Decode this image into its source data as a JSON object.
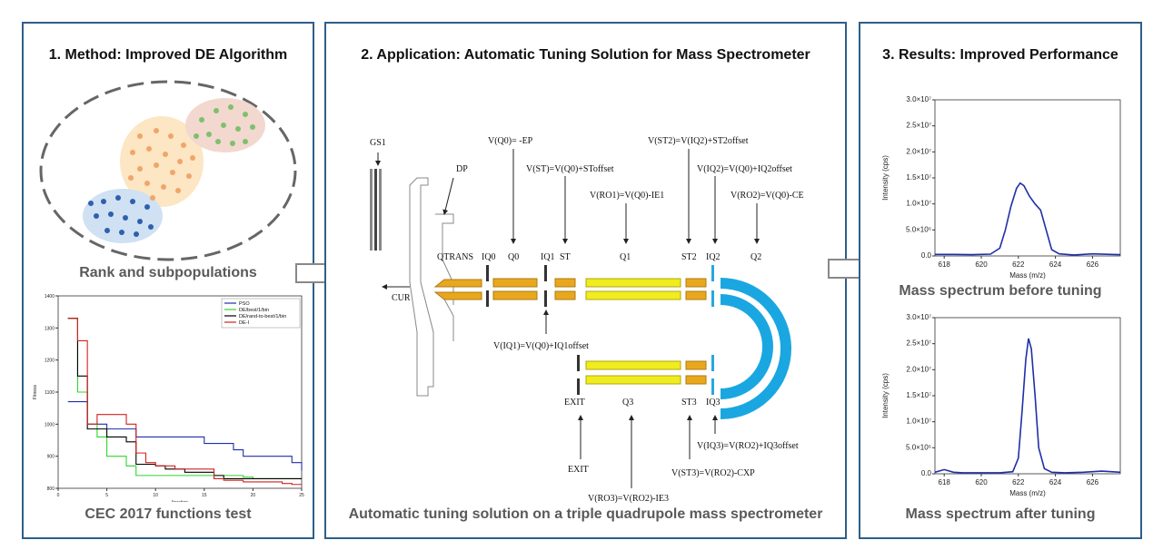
{
  "panel1": {
    "title": "1. Method: Improved DE Algorithm",
    "caption_top": "Rank and subpopulations",
    "caption_bottom": "CEC 2017 functions test"
  },
  "panel2": {
    "title": "2. Application: Automatic Tuning Solution for Mass Spectrometer",
    "caption": "Automatic tuning solution on a triple quadrupole mass spectrometer",
    "labels": {
      "gs1": "GS1",
      "dp": "DP",
      "cur": "CUR",
      "qtrans": "QTRANS",
      "iq0": "IQ0",
      "q0": "Q0",
      "iq1": "IQ1",
      "st": "ST",
      "q1": "Q1",
      "st2": "ST2",
      "iq2": "IQ2",
      "q2": "Q2",
      "exit": "EXIT",
      "q3": "Q3",
      "st3": "ST3",
      "iq3": "IQ3",
      "exit_bottom": "EXIT"
    },
    "equations": {
      "vq0": "V(Q0)= -EP",
      "vst": "V(ST)=V(Q0)+SToffset",
      "vro1": "V(RO1)=V(Q0)-IE1",
      "vst2": "V(ST2)=V(IQ2)+ST2offset",
      "viq2": "V(IQ2)=V(Q0)+IQ2offset",
      "vro2": "V(RO2)=V(Q0)-CE",
      "viq1": "V(IQ1)=V(Q0)+IQ1offset",
      "viq3": "V(IQ3)=V(RO2)+IQ3offset",
      "vst3": "V(ST3)=V(RO2)-CXP",
      "vro3": "V(RO3)=V(RO2)-IE3"
    }
  },
  "panel3": {
    "title": "3. Results: Improved Performance",
    "caption_top": "Mass spectrum before tuning",
    "caption_bottom": "Mass spectrum after tuning"
  },
  "chart_data": [
    {
      "type": "line",
      "title": "",
      "xlabel": "Iteration",
      "ylabel": "Fitness",
      "xlim": [
        0,
        25
      ],
      "ylim": [
        800,
        1400
      ],
      "xticks": [
        "0",
        "5",
        "10",
        "15",
        "20",
        "25"
      ],
      "yticks": [
        "800",
        "900",
        "1000",
        "1100",
        "1200",
        "1300",
        "1400"
      ],
      "legend": "top-right",
      "series": [
        {
          "name": "PSO",
          "color": "#1f2fa8",
          "x": [
            1,
            2,
            3,
            4,
            5,
            6,
            7,
            8,
            9,
            10,
            11,
            12,
            13,
            14,
            15,
            16,
            17,
            18,
            19,
            20,
            21,
            22,
            23,
            24,
            25
          ],
          "values": [
            1070,
            1070,
            1000,
            1000,
            985,
            985,
            985,
            960,
            960,
            960,
            960,
            960,
            960,
            960,
            940,
            940,
            940,
            920,
            900,
            900,
            900,
            900,
            900,
            880,
            855
          ]
        },
        {
          "name": "DE/best/1/bin",
          "color": "#2fd42f",
          "x": [
            1,
            2,
            3,
            4,
            5,
            6,
            7,
            8,
            9,
            10,
            11,
            12,
            13,
            14,
            15,
            16,
            17,
            18,
            19,
            20,
            21,
            22,
            23,
            24,
            25
          ],
          "values": [
            1330,
            1100,
            1000,
            960,
            900,
            900,
            870,
            840,
            840,
            840,
            840,
            840,
            840,
            840,
            840,
            840,
            840,
            840,
            835,
            830,
            830,
            830,
            830,
            830,
            830
          ]
        },
        {
          "name": "DE/rand-to-best/1/bin",
          "color": "#000000",
          "x": [
            1,
            2,
            3,
            4,
            5,
            6,
            7,
            8,
            9,
            10,
            11,
            12,
            13,
            14,
            15,
            16,
            17,
            18,
            19,
            20,
            21,
            22,
            23,
            24,
            25
          ],
          "values": [
            1330,
            1150,
            985,
            985,
            960,
            960,
            945,
            875,
            875,
            870,
            860,
            860,
            850,
            850,
            850,
            840,
            830,
            830,
            830,
            830,
            830,
            830,
            830,
            830,
            830
          ]
        },
        {
          "name": "DE-I",
          "color": "#d22020",
          "x": [
            1,
            2,
            3,
            4,
            5,
            6,
            7,
            8,
            9,
            10,
            11,
            12,
            13,
            14,
            15,
            16,
            17,
            18,
            19,
            20,
            21,
            22,
            23,
            24,
            25
          ],
          "values": [
            1330,
            1260,
            1000,
            1030,
            1030,
            1030,
            1000,
            910,
            880,
            870,
            870,
            860,
            860,
            860,
            860,
            830,
            825,
            825,
            820,
            820,
            820,
            820,
            815,
            812,
            812
          ]
        }
      ]
    },
    {
      "type": "line",
      "title": "",
      "xlabel": "Mass (m/z)",
      "ylabel": "Intensity (cps)",
      "xlim": [
        617.5,
        627.5
      ],
      "ylim": [
        0,
        30000000
      ],
      "xticks": [
        "618",
        "620",
        "622",
        "624",
        "626"
      ],
      "yticks": [
        "0.0",
        "5.0×10⁶",
        "1.0×10⁷",
        "1.5×10⁷",
        "2.0×10⁷",
        "2.5×10⁷",
        "3.0×10⁷"
      ],
      "series": [
        {
          "name": "",
          "color": "#1f2fa8",
          "x": [
            617.5,
            618.5,
            619.5,
            620.5,
            621.0,
            621.3,
            621.6,
            621.9,
            622.1,
            622.3,
            622.6,
            622.9,
            623.2,
            623.5,
            623.8,
            624.2,
            625.0,
            626.0,
            627.0,
            627.5
          ],
          "values": [
            300000,
            300000,
            250000,
            350000,
            1500000,
            5000000,
            9500000,
            13000000,
            14000000,
            13500000,
            11500000,
            10000000,
            8800000,
            5000000,
            1200000,
            400000,
            200000,
            400000,
            300000,
            250000
          ]
        }
      ]
    },
    {
      "type": "line",
      "title": "",
      "xlabel": "Mass (m/z)",
      "ylabel": "Intensity (cps)",
      "xlim": [
        617.5,
        627.5
      ],
      "ylim": [
        0,
        30000000
      ],
      "xticks": [
        "618",
        "620",
        "622",
        "624",
        "626"
      ],
      "yticks": [
        "0.0",
        "5.0×10⁶",
        "1.0×10⁷",
        "1.5×10⁷",
        "2.0×10⁷",
        "2.5×10⁷",
        "3.0×10⁷"
      ],
      "series": [
        {
          "name": "",
          "color": "#1f2fa8",
          "x": [
            617.5,
            618.0,
            618.5,
            619.0,
            620.0,
            621.0,
            621.7,
            622.0,
            622.2,
            622.4,
            622.55,
            622.7,
            622.9,
            623.1,
            623.4,
            623.8,
            624.5,
            625.5,
            626.5,
            627.5
          ],
          "values": [
            300000,
            800000,
            300000,
            200000,
            200000,
            200000,
            400000,
            3000000,
            12000000,
            22000000,
            26000000,
            24000000,
            15000000,
            5000000,
            1000000,
            300000,
            200000,
            300000,
            500000,
            300000
          ]
        }
      ]
    }
  ]
}
